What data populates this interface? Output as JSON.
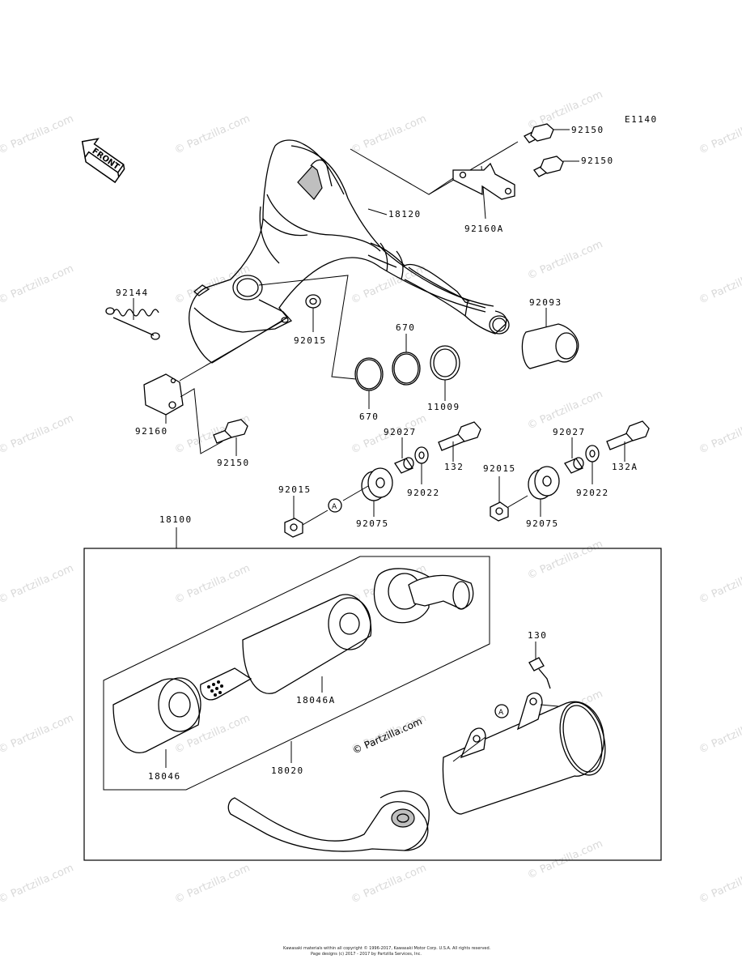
{
  "diagram_code": "E1140",
  "front_label": "FRONT",
  "callout_letter": "A",
  "copyright_mark": "© Partzilla.com",
  "watermark_text": "© Partzilla.com",
  "footer": {
    "line1": "Kawasaki materials within all copyright © 1996-2017, Kawasaki Motor Corp. U.S.A. All rights reserved.",
    "line2": "Page designs (c) 2017 - 2017 by Partzilla Services, Inc."
  },
  "parts": {
    "p18120": "18120",
    "p92150a": "92150",
    "p92150b": "92150",
    "p92160a": "92160A",
    "p92144": "92144",
    "p92015a": "92015",
    "p670a": "670",
    "p670b": "670",
    "p11009": "11009",
    "p92093": "92093",
    "p92160": "92160",
    "p92150c": "92150",
    "p92027a": "92027",
    "p132": "132",
    "p92022a": "92022",
    "p92015b": "92015",
    "p92075a": "92075",
    "p92027b": "92027",
    "p132a": "132A",
    "p92022b": "92022",
    "p92015c": "92015",
    "p92075b": "92075",
    "p18100": "18100",
    "p18046a": "18046A",
    "p18046": "18046",
    "p18020": "18020",
    "p130": "130"
  }
}
